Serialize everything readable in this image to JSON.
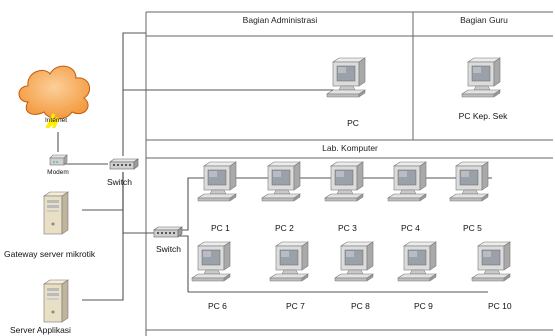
{
  "sections": {
    "admin": "Bagian Administrasi",
    "guru": "Bagian Guru",
    "lab": "Lab. Komputer"
  },
  "nodes": {
    "internet": "Internet",
    "modem": "Modem",
    "switch_top": "Switch",
    "switch_lab": "Switch",
    "gateway": "Gateway server mikrotik",
    "server": "Server Applikasi",
    "admin_pc": "PC",
    "guru_pc": "PC Kep. Sek"
  },
  "lab_pcs": [
    "PC 1",
    "PC 2",
    "PC 3",
    "PC 4",
    "PC 5",
    "PC 6",
    "PC 7",
    "PC 8",
    "PC 9",
    "PC 10"
  ],
  "colors": {
    "cloud_fill": "#f4a24c",
    "lightning": "#ffee00",
    "line": "#555555",
    "device_body": "#d8d8d8",
    "screen": "#9aa1a8"
  }
}
